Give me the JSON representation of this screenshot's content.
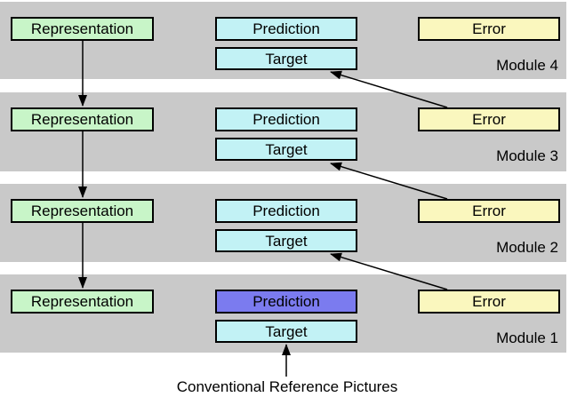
{
  "caption": "Conventional Reference Pictures",
  "colors": {
    "band": "#c9c9c9",
    "representation_fill": "#c8f5c8",
    "prediction_fill": "#c2f2f5",
    "target_fill": "#c2f2f5",
    "error_fill": "#faf7be",
    "prediction_highlight_fill": "#7b7bef",
    "box_border": "#000000",
    "arrow": "#000000"
  },
  "modules": [
    {
      "label": "Module 4",
      "representation": "Representation",
      "prediction": "Prediction",
      "target": "Target",
      "error": "Error",
      "prediction_highlighted": false
    },
    {
      "label": "Module 3",
      "representation": "Representation",
      "prediction": "Prediction",
      "target": "Target",
      "error": "Error",
      "prediction_highlighted": false
    },
    {
      "label": "Module 2",
      "representation": "Representation",
      "prediction": "Prediction",
      "target": "Target",
      "error": "Error",
      "prediction_highlighted": false
    },
    {
      "label": "Module 1",
      "representation": "Representation",
      "prediction": "Prediction",
      "target": "Target",
      "error": "Error",
      "prediction_highlighted": true
    }
  ]
}
